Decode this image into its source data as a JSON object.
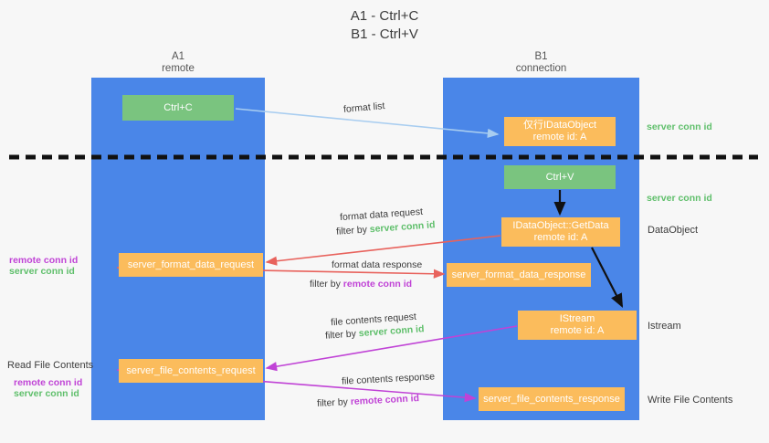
{
  "title": {
    "line1": "A1 - Ctrl+C",
    "line2": "B1 - Ctrl+V"
  },
  "lanes": [
    {
      "name": "A1",
      "sub": "remote"
    },
    {
      "name": "B1",
      "sub": "connection"
    }
  ],
  "nodes": {
    "ctrl_c": {
      "label": "Ctrl+C",
      "color": "#7ac47f"
    },
    "idataobject": {
      "line1": "仅行IDataObject",
      "line2": "remote id: A",
      "color": "#fbbc5c"
    },
    "ctrl_v": {
      "label": "Ctrl+V",
      "color": "#7ac47f"
    },
    "getdata": {
      "line1": "IDataObject::GetData",
      "line2": "remote id: A",
      "color": "#fbbc5c"
    },
    "format_data_request": {
      "label": "server_format_data_request",
      "color": "#fbbc5c"
    },
    "format_data_response": {
      "label": "server_format_data_response",
      "color": "#fbbc5c"
    },
    "istream": {
      "line1": "IStream",
      "line2": "remote id: A",
      "color": "#fbbc5c"
    },
    "file_contents_request": {
      "label": "server_file_contents_request",
      "color": "#fbbc5c"
    },
    "file_contents_response": {
      "label": "server_file_contents_response",
      "color": "#fbbc5c"
    }
  },
  "edges": {
    "format_list": "format list",
    "format_data_request_title": "format data request",
    "format_data_request_filter_prefix": "filter by ",
    "format_data_request_filter_value": "server conn id",
    "format_data_response_title": "format data response",
    "format_data_response_filter_prefix": "filter by ",
    "format_data_response_filter_value": "remote conn id",
    "file_contents_request_title": "file contents request",
    "file_contents_request_filter_prefix": "filter by ",
    "file_contents_request_filter_value": "server conn id",
    "file_contents_response_title": "file contents response",
    "file_contents_response_filter_prefix": "filter by ",
    "file_contents_response_filter_value": "remote conn id"
  },
  "notes": {
    "right_server_conn_id_top": "server conn id",
    "right_server_conn_id_mid": "server conn id",
    "right_dataobject": "DataObject",
    "right_istream": "Istream",
    "right_write_file_contents": "Write File Contents",
    "left_remote_conn_id_top": "remote conn id",
    "left_server_conn_id_top": "server conn id",
    "left_read_file_contents": "Read File Contents",
    "left_remote_conn_id_bottom": "remote conn id",
    "left_server_conn_id_bottom": "server conn id"
  },
  "colors": {
    "lane": "#4a86e8",
    "green_node": "#7ac47f",
    "orange_node": "#fbbc5c",
    "green_text": "#5fbf6b",
    "purple_text": "#c043d6",
    "arrow_blue": "#a8cdf0",
    "arrow_red": "#e8625c",
    "arrow_magenta": "#c043d6",
    "arrow_black": "#111111",
    "background": "#f7f7f7"
  }
}
